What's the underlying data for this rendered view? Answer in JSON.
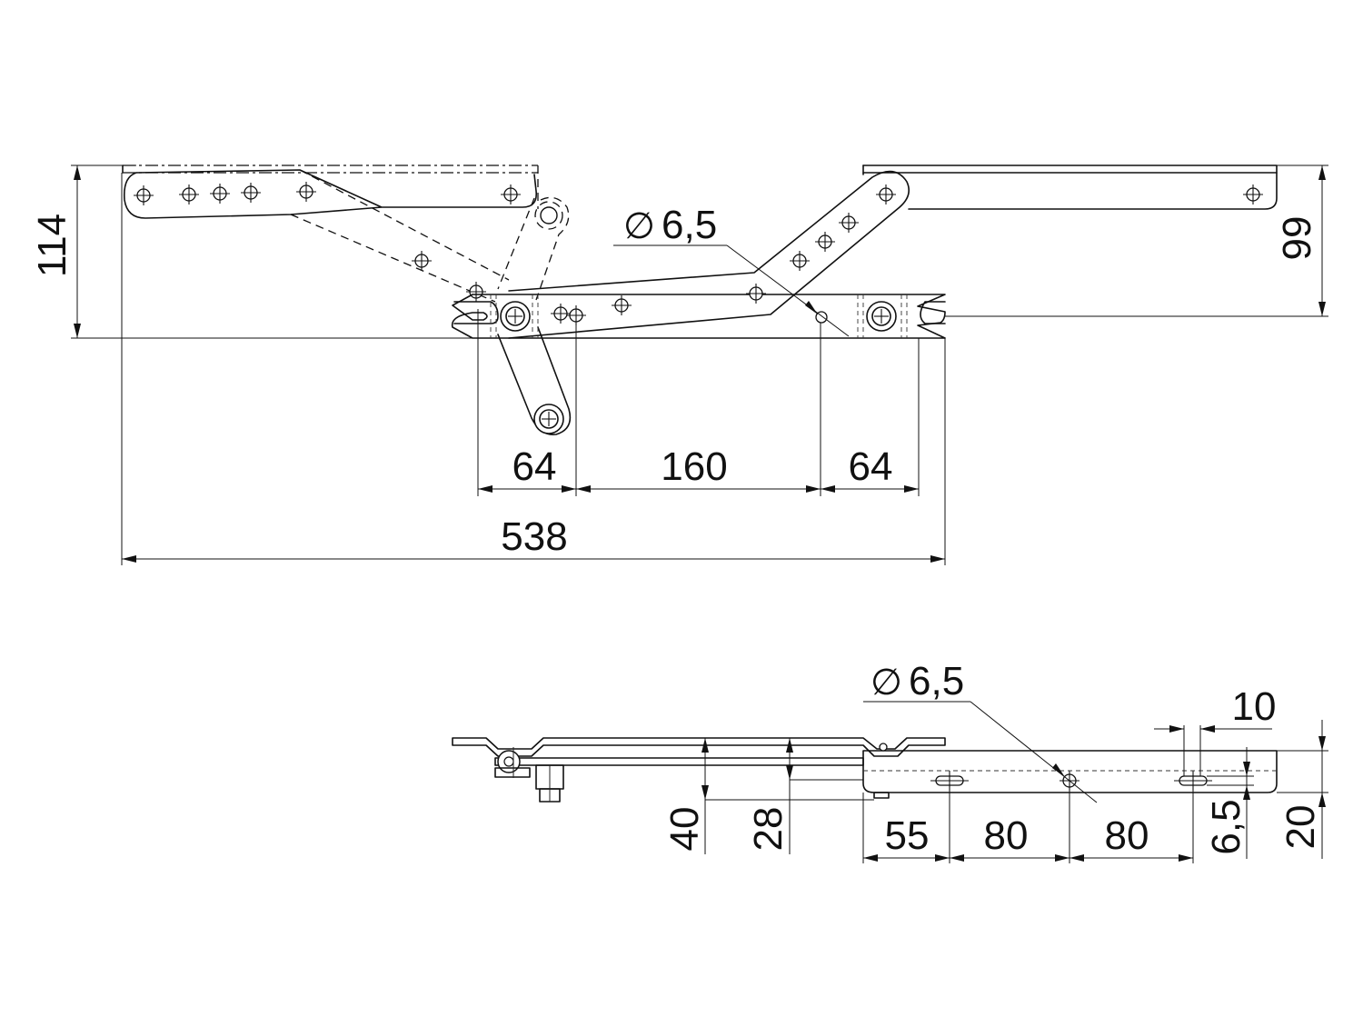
{
  "top_view": {
    "height_overall": "114",
    "height_right": "99",
    "hole_spacing_left": "64",
    "hole_spacing_middle": "160",
    "hole_spacing_right": "64",
    "length_overall": "538",
    "hole_diameter_symbol": "∅",
    "hole_diameter": "6,5"
  },
  "side_view": {
    "hole_diameter_symbol": "∅",
    "hole_diameter": "6,5",
    "slot_width": "10",
    "height_40": "40",
    "height_28": "28",
    "spacing_55": "55",
    "spacing_80_a": "80",
    "spacing_80_b": "80",
    "slot_height": "6,5",
    "height_20": "20"
  }
}
